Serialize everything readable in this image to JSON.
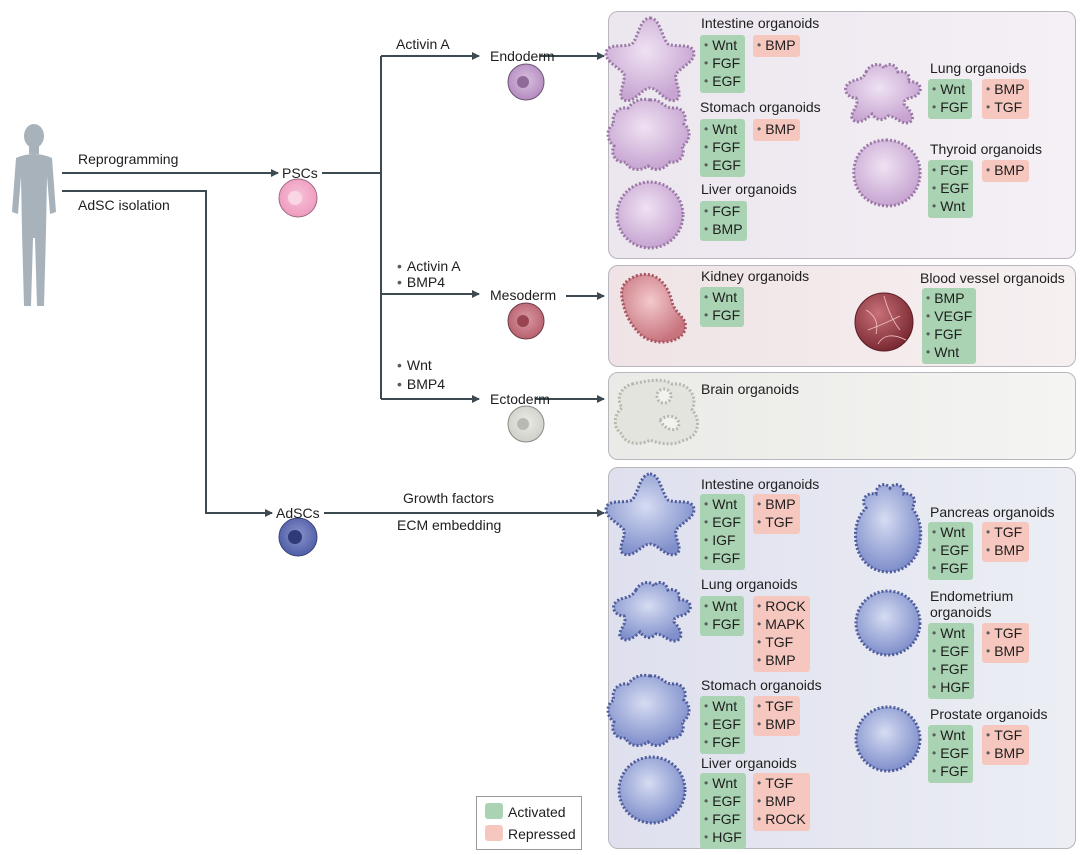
{
  "origin": {
    "reprogramming": "Reprogramming",
    "adsc_isolation": "AdSC isolation"
  },
  "cells": {
    "pscs": "PSCs",
    "adscs": "AdSCs",
    "endoderm": "Endoderm",
    "mesoderm": "Mesoderm",
    "ectoderm": "Ectoderm"
  },
  "signals": {
    "endoderm": [
      "Activin A"
    ],
    "mesoderm": [
      "Activin A",
      "BMP4"
    ],
    "ectoderm": [
      "Wnt",
      "BMP4"
    ],
    "adsc_top": "Growth factors",
    "adsc_bottom": "ECM embedding"
  },
  "endoderm_panel": {
    "intestine": {
      "title": "Intestine organoids",
      "activated": [
        "Wnt",
        "FGF",
        "EGF"
      ],
      "repressed": [
        "BMP"
      ]
    },
    "stomach": {
      "title": "Stomach organoids",
      "activated": [
        "Wnt",
        "FGF",
        "EGF"
      ],
      "repressed": [
        "BMP"
      ]
    },
    "liver": {
      "title": "Liver organoids",
      "activated": [
        "FGF",
        "BMP"
      ],
      "repressed": []
    },
    "lung": {
      "title": "Lung organoids",
      "activated": [
        "Wnt",
        "FGF"
      ],
      "repressed": [
        "BMP",
        "TGF"
      ]
    },
    "thyroid": {
      "title": "Thyroid organoids",
      "activated": [
        "FGF",
        "EGF",
        "Wnt"
      ],
      "repressed": [
        "BMP"
      ]
    }
  },
  "mesoderm_panel": {
    "kidney": {
      "title": "Kidney organoids",
      "activated": [
        "Wnt",
        "FGF"
      ],
      "repressed": []
    },
    "blood_vessel": {
      "title": "Blood vessel organoids",
      "activated": [
        "BMP",
        "VEGF",
        "FGF",
        "Wnt"
      ],
      "repressed": []
    }
  },
  "ectoderm_panel": {
    "brain": {
      "title": "Brain organoids"
    }
  },
  "adsc_panel": {
    "intestine": {
      "title": "Intestine organoids",
      "activated": [
        "Wnt",
        "EGF",
        "IGF",
        "FGF"
      ],
      "repressed": [
        "BMP",
        "TGF"
      ]
    },
    "lung": {
      "title": "Lung organoids",
      "activated": [
        "Wnt",
        "FGF"
      ],
      "repressed": [
        "ROCK",
        "MAPK",
        "TGF",
        "BMP"
      ]
    },
    "stomach": {
      "title": "Stomach organoids",
      "activated": [
        "Wnt",
        "EGF",
        "FGF"
      ],
      "repressed": [
        "TGF",
        "BMP"
      ]
    },
    "liver": {
      "title": "Liver organoids",
      "activated": [
        "Wnt",
        "EGF",
        "FGF",
        "HGF"
      ],
      "repressed": [
        "TGF",
        "BMP",
        "ROCK"
      ]
    },
    "pancreas": {
      "title": "Pancreas organoids",
      "activated": [
        "Wnt",
        "EGF",
        "FGF"
      ],
      "repressed": [
        "TGF",
        "BMP"
      ]
    },
    "endometrium": {
      "title_line1": "Endometrium",
      "title_line2": "organoids",
      "activated": [
        "Wnt",
        "EGF",
        "FGF",
        "HGF"
      ],
      "repressed": [
        "TGF",
        "BMP"
      ]
    },
    "prostate": {
      "title": "Prostate organoids",
      "activated": [
        "Wnt",
        "EGF",
        "FGF"
      ],
      "repressed": [
        "TGF",
        "BMP"
      ]
    }
  },
  "legend": {
    "activated": "Activated",
    "repressed": "Repressed"
  },
  "colors": {
    "activated": "#a9d3b3",
    "repressed": "#f6c7bf",
    "endoderm_cell": "#b48bbf",
    "mesoderm_cell": "#b8606e",
    "ectoderm_cell": "#cfcfc8",
    "psc_cell": "#ee9bbf",
    "adsc_cell": "#5c6ab0",
    "connector": "#3d4a52"
  }
}
